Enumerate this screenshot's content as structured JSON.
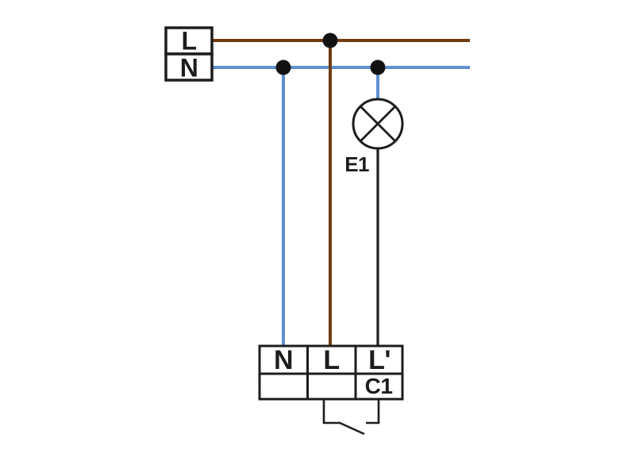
{
  "diagram": {
    "source_box": {
      "line_terminal_label": "L",
      "neutral_terminal_label": "N"
    },
    "lamp": {
      "label": "E1"
    },
    "terminal_block": {
      "terminals": [
        "N",
        "L",
        "L'"
      ],
      "channel_label": "C1"
    },
    "colors": {
      "line_wire": "#6F3C11",
      "neutral_wire": "#5E90D2",
      "switched_wire": "#1D1D1B",
      "outline": "#1D1D1B"
    }
  }
}
